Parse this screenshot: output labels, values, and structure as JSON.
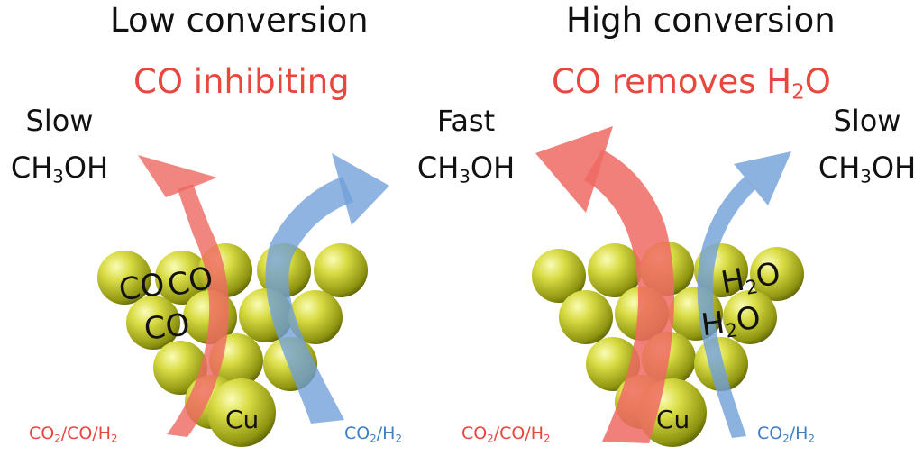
{
  "colors": {
    "red_arrow": "#ee6a63",
    "blue_arrow": "#6f9fd8",
    "red_text": "#e8473e",
    "blue_text": "#3f7fc6",
    "sphere": "#d4d63a"
  },
  "left_panel": {
    "title": "Low conversion",
    "subtitle": "CO inhibiting",
    "side_left": {
      "line1": "Slow",
      "line2_base": "CH",
      "line2_sub": "3",
      "line2_rest": "OH"
    },
    "side_right": {
      "line1": "Fast",
      "line2_base": "CH",
      "line2_sub": "3",
      "line2_rest": "OH"
    },
    "adsorbates": [
      "CO",
      "CO",
      "CO"
    ],
    "metal": "Cu",
    "feed_red": {
      "p1": "CO",
      "s1": "2",
      "p2": "/CO/H",
      "s2": "2"
    },
    "feed_blue": {
      "p1": "CO",
      "s1": "2",
      "p2": "/H",
      "s2": "2"
    }
  },
  "right_panel": {
    "title": "High conversion",
    "subtitle": {
      "base": "CO removes H",
      "sub": "2",
      "rest": "O"
    },
    "side_right": {
      "line1": "Slow",
      "line2_base": "CH",
      "line2_sub": "3",
      "line2_rest": "OH"
    },
    "adsorbates": [
      {
        "base": "H",
        "sub": "2",
        "rest": "O"
      },
      {
        "base": "H",
        "sub": "2",
        "rest": "O"
      }
    ],
    "metal": "Cu",
    "feed_red": {
      "p1": "CO",
      "s1": "2",
      "p2": "/CO/H",
      "s2": "2"
    },
    "feed_blue": {
      "p1": "CO",
      "s1": "2",
      "p2": "/H",
      "s2": "2"
    }
  }
}
